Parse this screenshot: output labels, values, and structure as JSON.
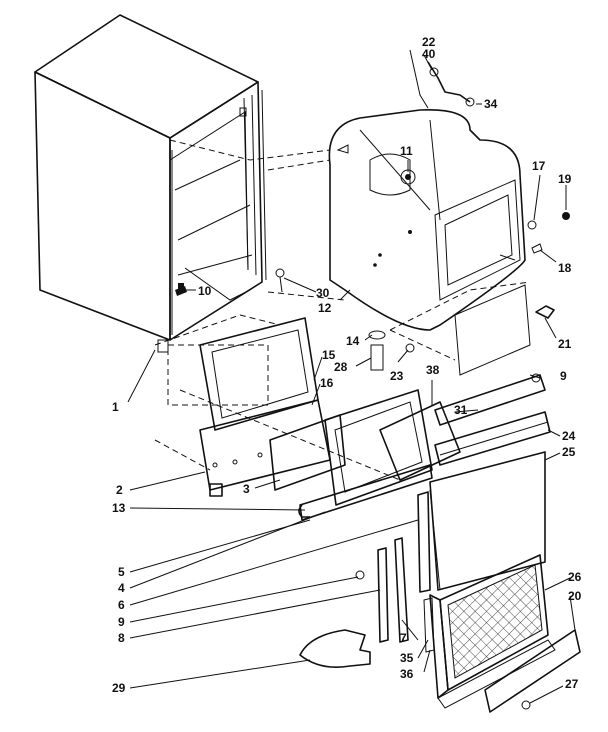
{
  "callouts": {
    "c22": "22",
    "c40": "40",
    "c34": "34",
    "c11": "11",
    "c17": "17",
    "c19": "19",
    "c18": "18",
    "c21": "21",
    "c10": "10",
    "c30": "30",
    "c12": "12",
    "c14": "14",
    "c15": "15",
    "c16": "16",
    "c28": "28",
    "c23": "23",
    "c38": "38",
    "c9a": "9",
    "c1": "1",
    "c31": "31",
    "c24": "24",
    "c25": "25",
    "c2": "2",
    "c3": "3",
    "c13": "13",
    "c5": "5",
    "c4": "4",
    "c6": "6",
    "c9b": "9",
    "c26": "26",
    "c20": "20",
    "c7": "7",
    "c8": "8",
    "c35": "35",
    "c36": "36",
    "c29": "29",
    "c27": "27"
  }
}
